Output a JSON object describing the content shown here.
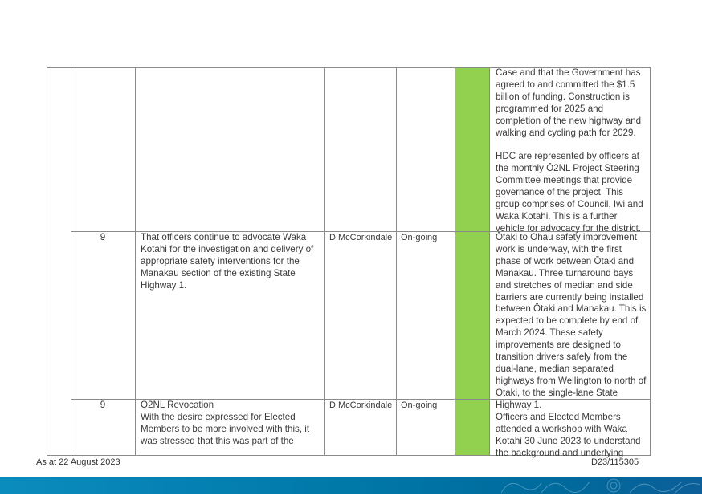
{
  "table": {
    "rows": [
      {
        "number": "",
        "action": "",
        "owner": "",
        "status": "",
        "status_color": "#92d050",
        "comment": "Case and that the Government has\nagreed to and committed the $1.5\nbillion of funding.  Construction is\nprogrammed for 2025 and\ncompletion of the new highway and\nwalking and cycling path for 2029.\n\nHDC are represented by officers at\nthe monthly Ō2NL Project Steering\nCommittee meetings that provide\ngovernance of the project. This\ngroup comprises of Council, Iwi and\nWaka Kotahi. This is a further\nvehicle for advocacy for the district."
      },
      {
        "number": "9",
        "action": "That officers continue to advocate Waka\nKotahi for the investigation and delivery of\nappropriate safety interventions for the\nManakau section of the existing State\nHighway 1.",
        "owner": "D McCorkindale",
        "status": "On-going",
        "status_color": "#92d050",
        "comment": "Ōtaki to Ohau safety improvement\nwork is underway, with the first\nphase of work between Ōtaki and\nManakau. Three turnaround bays\nand stretches of median and side\nbarriers are currently being installed\nbetween Ōtaki and Manakau. This is\nexpected to be complete by end of\nMarch 2024. These safety\nimprovements are designed to\ntransition drivers safely from the\ndual-lane, median separated\nhighways from Wellington to north of\nŌtaki, to the single-lane State\nHighway 1."
      },
      {
        "number": "9",
        "action": "Ō2NL Revocation\nWith the desire expressed for Elected\nMembers to be more involved with this, it\nwas stressed that this was part of the",
        "owner": "D McCorkindale",
        "status": "On-going",
        "status_color": "#92d050",
        "comment": "\nOfficers and Elected Members\nattended a workshop with Waka\nKotahi 30 June 2023 to understand\nthe background and underlying"
      }
    ]
  },
  "footer": {
    "date": "As at 22 August 2023",
    "doc_ref": "D23/115305"
  }
}
